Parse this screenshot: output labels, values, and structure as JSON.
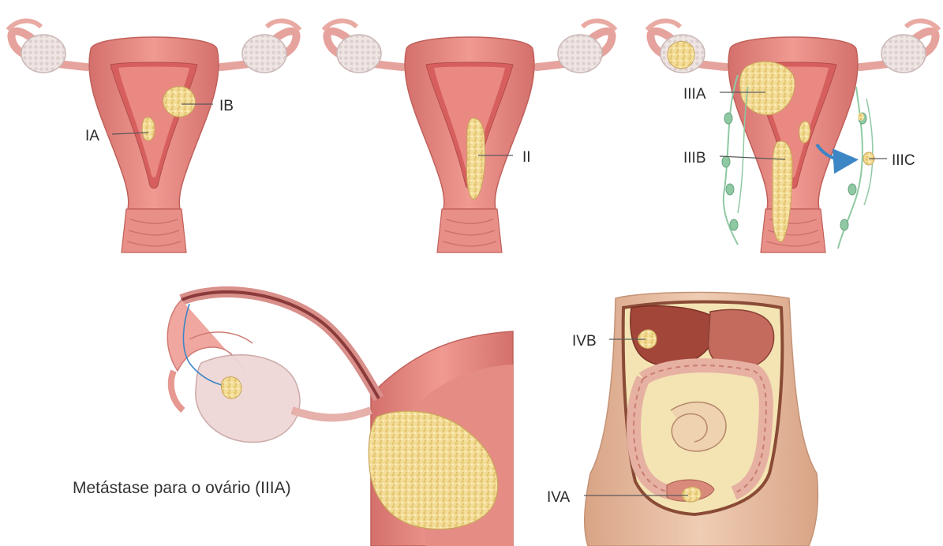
{
  "labels": {
    "ia": "IA",
    "ib": "IB",
    "ii": "II",
    "iiia": "IIIA",
    "iiib": "IIIB",
    "iiic": "IIIC",
    "ivb": "IVB",
    "iva": "IVA"
  },
  "caption": "Metástase para o ovário (IIIA)",
  "colors": {
    "tissue": "#e68a84",
    "tissue_dark": "#c9605c",
    "cavity": "#d96a68",
    "tumor": "#f3dc96",
    "ovary": "#efe8e6",
    "lymph": "#8fc9a3",
    "arrow": "#3d86c6",
    "skin": "#e7bfa3"
  }
}
